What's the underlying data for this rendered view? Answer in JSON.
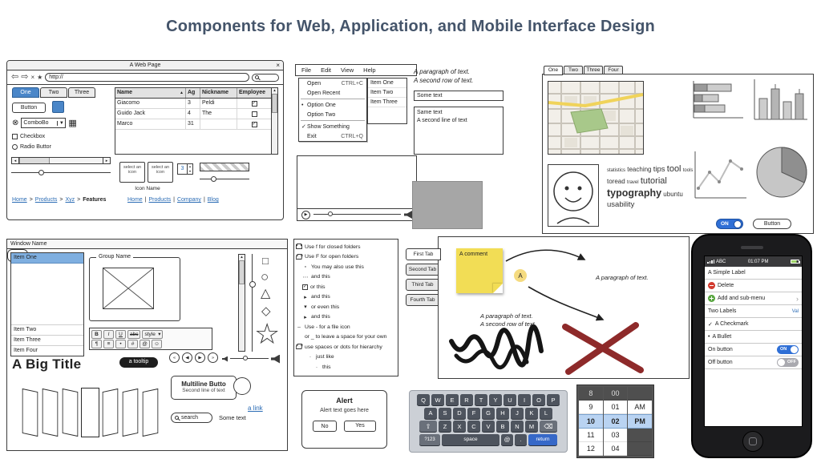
{
  "page": {
    "title": "Components for Web, Application, and Mobile Interface Design"
  },
  "colors": {
    "accent_blue": "#4a86c8",
    "selection_blue": "#7fafe0",
    "toggle_on_blue": "#2f6fd6",
    "sticky_yellow": "#f2dd55",
    "red_marker": "#8e2a2a",
    "title_text": "#44546a",
    "key_dark": "#4e545e",
    "return_blue": "#3668c8"
  },
  "browser": {
    "window_title": "A Web Page",
    "close_glyph": "×",
    "back_glyph": "⇦",
    "forward_glyph": "⇨",
    "stop_glyph": "×",
    "star_glyph": "★",
    "url": "http://",
    "tabs": [
      "One",
      "Two",
      "Three"
    ],
    "button_label": "Button",
    "combo_icon_glyph": "⊗",
    "combobox_label": "ComboBo",
    "combo_dd_glyph": "▼",
    "calendar_glyph": "▦",
    "checkbox_label": "Checkbox",
    "radio_label": "Radio Buttor",
    "grid": {
      "headers": [
        "Name",
        "Ag",
        "Nickname",
        "Employee"
      ],
      "sort_glyph": "▲",
      "rows": [
        {
          "name": "Giacomo",
          "age": "3",
          "nickname": "Peldi",
          "employee": "✓"
        },
        {
          "name": "Guido Jack",
          "age": "4",
          "nickname": "The",
          "employee": ""
        },
        {
          "name": "Marco",
          "age": "31",
          "nickname": "",
          "employee": "✓"
        }
      ]
    },
    "scroll_left_glyph": "◂",
    "scroll_right_glyph": "▸",
    "scroll_up_glyph": "▴",
    "scroll_down_glyph": "▾",
    "icon_selector_label": "select an icon",
    "icon_name_caption": "Icon Name",
    "stepper_value": "3",
    "breadcrumb": [
      "Home",
      "Products",
      "Xyz",
      "Features"
    ],
    "breadcrumb_sep": ">",
    "nav_links": [
      "Home",
      "Products",
      "Company",
      "Blog"
    ],
    "nav_sep": "|"
  },
  "menu": {
    "bar": [
      "File",
      "Edit",
      "View",
      "Help"
    ],
    "items": [
      {
        "prefix": "",
        "label": "Open",
        "shortcut": "CTRL+C"
      },
      {
        "prefix": "",
        "label": "Open Recent",
        "shortcut": ""
      },
      {
        "prefix": "•",
        "label": "Option One",
        "shortcut": ""
      },
      {
        "prefix": "",
        "label": "Option Two",
        "shortcut": ""
      },
      {
        "prefix": "✓",
        "label": "Show Something",
        "shortcut": ""
      },
      {
        "prefix": "",
        "label": "Exit",
        "shortcut": "CTRL+Q"
      }
    ]
  },
  "listbox": {
    "items": [
      "Item One",
      "Item Two",
      "Item Three"
    ]
  },
  "texts": {
    "paragraph_line1": "A paragraph of text.",
    "paragraph_line2": "A second row of text.",
    "input_value": "Some text",
    "textarea_line1": "Same text",
    "textarea_line2": "A second line of text"
  },
  "video": {
    "play_glyph": "▶"
  },
  "panel": {
    "tabs": [
      "One",
      "Two",
      "Three",
      "Four"
    ],
    "tag_cloud": [
      "statistics",
      "teaching",
      "tips",
      "tool",
      "tools",
      "toread",
      "travel",
      "tutorial",
      "typography",
      "ubuntu",
      "usability"
    ],
    "switch_label": "ON",
    "button_label": "Button"
  },
  "window": {
    "title": "Window Name",
    "list_items": [
      "Item One",
      "Item Two",
      "Item Three",
      "Item Four"
    ],
    "group_label": "Group Name",
    "editor_row1": [
      "B",
      "I",
      "U",
      "abc",
      "style"
    ],
    "editor_dd_glyph": "▾",
    "editor_row2": [
      "¶",
      "≡",
      "•",
      "#",
      "@",
      "☺"
    ],
    "big_title": "A Big Title",
    "tooltip": "a tooltip",
    "media_controls": [
      "«",
      "◀",
      "▶",
      "»"
    ],
    "multiline_line1": "Multiline Butto",
    "multiline_line2": "Second line of text",
    "link_label": "a link",
    "search_label": "search",
    "some_text": "Some text",
    "shapes": {
      "square": "□",
      "circle": "○",
      "triangle": "△",
      "diamond": "◇",
      "star": "☆"
    }
  },
  "tree": {
    "items": [
      {
        "icon": "folder-closed",
        "glyph": "",
        "indent": 0,
        "label": "Use f for closed folders"
      },
      {
        "icon": "folder-open",
        "glyph": "",
        "indent": 0,
        "label": "Use F for open folders"
      },
      {
        "icon": "small-box",
        "glyph": "▫",
        "indent": 1,
        "label": "You may also use this"
      },
      {
        "icon": "dots",
        "glyph": "⋯",
        "indent": 1,
        "label": "and this"
      },
      {
        "icon": "checkbox-checked",
        "glyph": "✓",
        "indent": 1,
        "label": "or this"
      },
      {
        "icon": "triangle-right",
        "glyph": "▸",
        "indent": 1,
        "label": "and this"
      },
      {
        "icon": "triangle-down",
        "glyph": "▾",
        "indent": 1,
        "label": "or even this"
      },
      {
        "icon": "triangle-right",
        "glyph": "▸",
        "indent": 1,
        "label": "and this"
      },
      {
        "icon": "dash",
        "glyph": "–",
        "indent": 0,
        "label": "Use - for a file icon"
      },
      {
        "icon": "space",
        "glyph": "",
        "indent": 0,
        "label": "or _ to leave a space for your own"
      },
      {
        "icon": "folder-open",
        "glyph": "",
        "indent": 0,
        "label": "use spaces or dots for hierarchy"
      },
      {
        "icon": "dot",
        "glyph": "·",
        "indent": 1,
        "label": "just like"
      },
      {
        "icon": "dot",
        "glyph": "·",
        "indent": 2,
        "label": "this"
      }
    ]
  },
  "alert": {
    "title": "Alert",
    "message": "Alert text goes here",
    "no_label": "No",
    "yes_label": "Yes"
  },
  "vtabs": [
    "First Tab",
    "Second Tab",
    "Third Tab",
    "Fourth Tab"
  ],
  "canvas": {
    "sticky_note": "A comment",
    "marker_letter": "A",
    "paragraph_right": "A paragraph of text.",
    "paragraph_center_line1": "A paragraph of text.",
    "paragraph_center_line2": "A second row of text."
  },
  "keyboard": {
    "row1": [
      "Q",
      "W",
      "E",
      "R",
      "T",
      "Y",
      "U",
      "I",
      "O",
      "P"
    ],
    "row2": [
      "A",
      "S",
      "D",
      "F",
      "G",
      "H",
      "J",
      "K",
      "L"
    ],
    "row3": [
      "Z",
      "X",
      "C",
      "V",
      "B",
      "N",
      "M"
    ],
    "shift_glyph": "⇧",
    "backspace_glyph": "⌫",
    "sym_key": "?123",
    "space_key": "space",
    "at_key": "@",
    "dot_key": ".",
    "return_key": "return"
  },
  "picker": {
    "selected_index": 2,
    "rows": [
      {
        "hour": "8",
        "minute": "00",
        "meridiem": ""
      },
      {
        "hour": "9",
        "minute": "01",
        "meridiem": "AM"
      },
      {
        "hour": "10",
        "minute": "02",
        "meridiem": "PM"
      },
      {
        "hour": "11",
        "minute": "03",
        "meridiem": ""
      },
      {
        "hour": "12",
        "minute": "04",
        "meridiem": ""
      }
    ]
  },
  "phone": {
    "carrier": "ABC",
    "time": "01:07 PM",
    "rows": {
      "label": "A Simple Label",
      "delete": "Delete",
      "submenu": "Add and sub-menu",
      "two_labels": "Two Labels",
      "two_labels_value": "Val",
      "checkmark": "A Checkmark",
      "check_glyph": "✓",
      "bullet": "A Bullet",
      "bullet_glyph": "•",
      "chevron_glyph": "›",
      "on_label": "On button",
      "off_label": "Off button",
      "on_state": "ON",
      "off_state": "OFF"
    }
  }
}
